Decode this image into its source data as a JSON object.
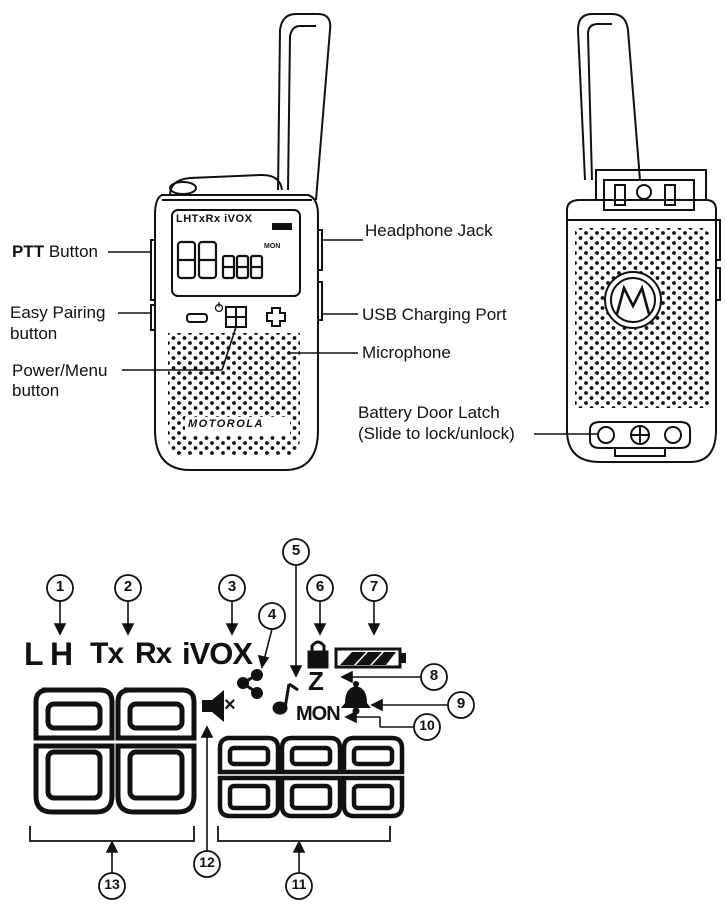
{
  "labels": {
    "ptt_bold": "PTT",
    "ptt_rest": " Button",
    "easy_pairing_1": "Easy Pairing",
    "easy_pairing_2": "button",
    "power_menu_1": "Power/Menu",
    "power_menu_2": "button",
    "headphone_jack": "Headphone Jack",
    "usb_port": "USB Charging Port",
    "microphone": "Microphone",
    "battery_latch_1": "Battery Door Latch",
    "battery_latch_2": "(Slide to lock/unlock)",
    "brand": "MOTOROLA"
  },
  "front_lcd": {
    "row1": "LHTxRx iVOX",
    "mon": "MON",
    "big_digits": "88",
    "small_digits": "888"
  },
  "display": {
    "L": "L",
    "H": "H",
    "Tx": "Tx",
    "Rx": "Rx",
    "ivox": "iVOX",
    "mon": "MON",
    "z": "Z",
    "mute_x": "×"
  },
  "callouts": [
    "1",
    "2",
    "3",
    "4",
    "5",
    "6",
    "7",
    "8",
    "9",
    "10",
    "11",
    "12",
    "13"
  ]
}
